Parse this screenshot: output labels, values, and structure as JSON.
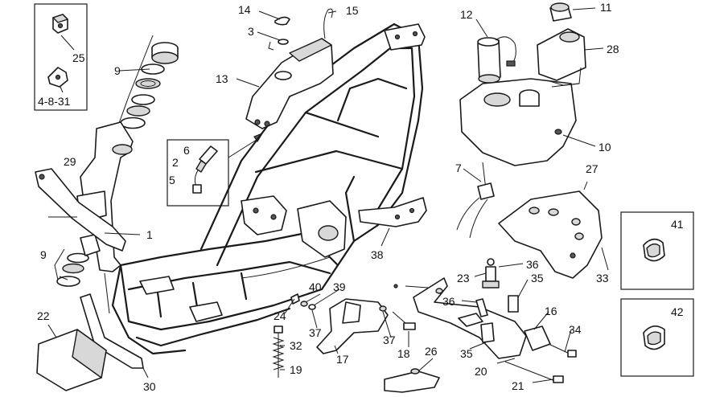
{
  "callouts": {
    "c1": "1",
    "c2": "2",
    "c3": "3",
    "c5": "5",
    "c6": "6",
    "c7": "7",
    "c9a": "9",
    "c9b": "9",
    "c10": "10",
    "c11": "11",
    "c12": "12",
    "c13": "13",
    "c14": "14",
    "c15": "15",
    "c16": "16",
    "c17": "17",
    "c18": "18",
    "c19": "19",
    "c20": "20",
    "c21": "21",
    "c22": "22",
    "c23": "23",
    "c24": "24",
    "c25": "25",
    "c26": "26",
    "c27": "27",
    "c28": "28",
    "c29": "29",
    "c30": "30",
    "c32": "32",
    "c33": "33",
    "c34": "34",
    "c35a": "35",
    "c35b": "35",
    "c36a": "36",
    "c36b": "36",
    "c37a": "37",
    "c37b": "37",
    "c38": "38",
    "c39": "39",
    "c40": "40",
    "c41": "41",
    "c42": "42",
    "c4831": "4-8-31"
  }
}
